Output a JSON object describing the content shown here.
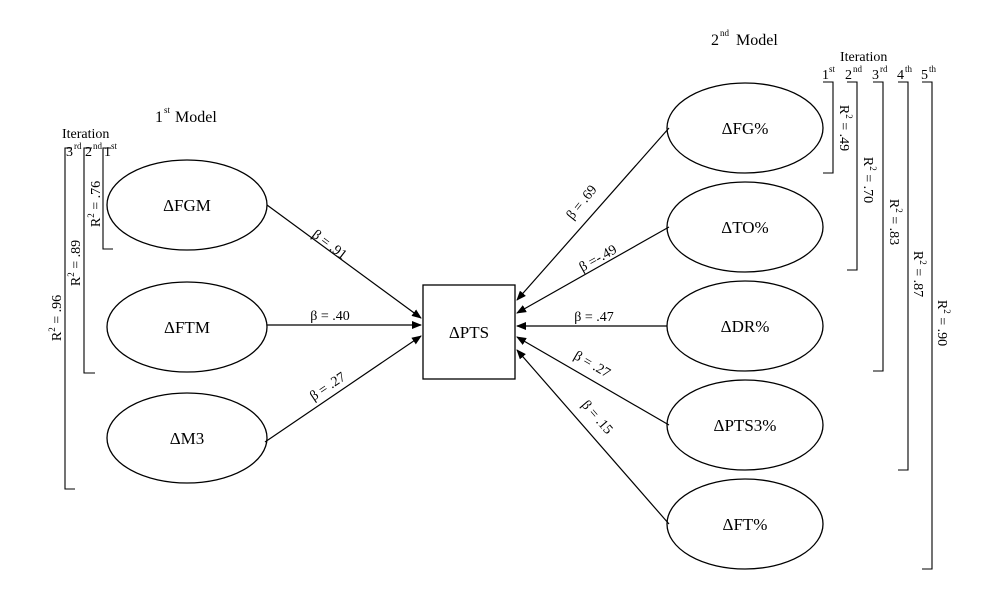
{
  "model1": {
    "title": "Model",
    "title_ordinal": "1",
    "title_sup": "st",
    "iteration_label": "Iteration",
    "iterations": [
      {
        "num": "3",
        "sup": "rd"
      },
      {
        "num": "2",
        "sup": "nd"
      },
      {
        "num": "1",
        "sup": "st"
      }
    ],
    "r2": [
      {
        "prefix": "R",
        "exp": "2",
        "value": " = .96"
      },
      {
        "prefix": "R",
        "exp": "2",
        "value": " = .89"
      },
      {
        "prefix": "R",
        "exp": "2",
        "value": " = .76"
      }
    ],
    "predictors": [
      {
        "label": "ΔFGM",
        "beta": "β = .91"
      },
      {
        "label": "ΔFTM",
        "beta": "β = .40"
      },
      {
        "label": "ΔM3",
        "beta": "β = .27"
      }
    ]
  },
  "outcome": {
    "label": "ΔPTS"
  },
  "model2": {
    "title": "Model",
    "title_ordinal": "2",
    "title_sup": "nd",
    "iteration_label": "Iteration",
    "iterations": [
      {
        "num": "1",
        "sup": "st"
      },
      {
        "num": "2",
        "sup": "nd"
      },
      {
        "num": "3",
        "sup": "rd"
      },
      {
        "num": "4",
        "sup": "th"
      },
      {
        "num": "5",
        "sup": "th"
      }
    ],
    "r2": [
      {
        "prefix": "R",
        "exp": "2",
        "value": " = .49"
      },
      {
        "prefix": "R",
        "exp": "2",
        "value": " = .70"
      },
      {
        "prefix": "R",
        "exp": "2",
        "value": " = .83"
      },
      {
        "prefix": "R",
        "exp": "2",
        "value": " = .87"
      },
      {
        "prefix": "R",
        "exp": "2",
        "value": " = .90"
      }
    ],
    "predictors": [
      {
        "label": "ΔFG%",
        "beta": "β = .69"
      },
      {
        "label": "ΔTO%",
        "beta": "β =-.49"
      },
      {
        "label": "ΔDR%",
        "beta": "β = .47"
      },
      {
        "label": "ΔPTS3%",
        "beta": "β = .27"
      },
      {
        "label": "ΔFT%",
        "beta": "β = .15"
      }
    ]
  }
}
